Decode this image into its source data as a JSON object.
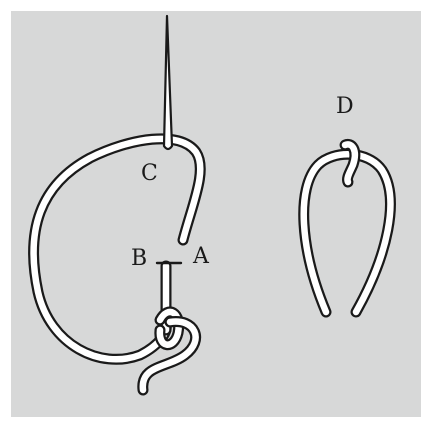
{
  "diagram": {
    "colors": {
      "background": "#d7d8d8",
      "ink": "#1a1a1a",
      "thread": "#ffffff"
    },
    "labels": {
      "a": "A",
      "b": "B",
      "c": "C",
      "d": "D"
    }
  }
}
